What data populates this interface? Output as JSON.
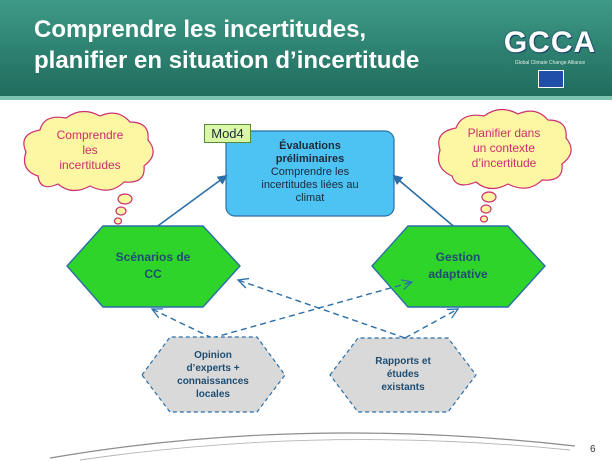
{
  "slide": {
    "title_line1": "Comprendre les incertitudes,",
    "title_line2": "planifier en situation d’incertitude",
    "page_number": "6"
  },
  "logo": {
    "text": "GCCA",
    "tagline": "Global Climate Change Alliance"
  },
  "diagram": {
    "cloud_left": {
      "line1": "Comprendre",
      "line2": "les",
      "line3": "incertitudes"
    },
    "cloud_right": {
      "line1": "Planifier dans",
      "line2": "un contexte",
      "line3": "d’incertitude"
    },
    "mod_tag": "Mod4",
    "center_box": {
      "title_line1": "Évaluations",
      "title_line2": "préliminaires",
      "sub_line1": "Comprendre les",
      "sub_line2": "incertitudes liées au",
      "sub_line3": "climat"
    },
    "hex_left": {
      "line1": "Scénarios de",
      "line2": "CC"
    },
    "hex_right": {
      "line1": "Gestion",
      "line2": "adaptative"
    },
    "gray_left": {
      "line1": "Opinion",
      "line2": "d’experts +",
      "line3": "connaissances",
      "line4": "locales"
    },
    "gray_right": {
      "line1": "Rapports et",
      "line2": "études",
      "line3": "existants"
    }
  },
  "colors": {
    "header": "#2c7f6e",
    "cloud_fill": "#fdf7a3",
    "cloud_stroke": "#cc2e70",
    "hex_fill": "#2fd42a",
    "box_fill": "#4cc3f2",
    "gray_fill": "#d9d9d9",
    "arrow": "#2a6fa8"
  }
}
